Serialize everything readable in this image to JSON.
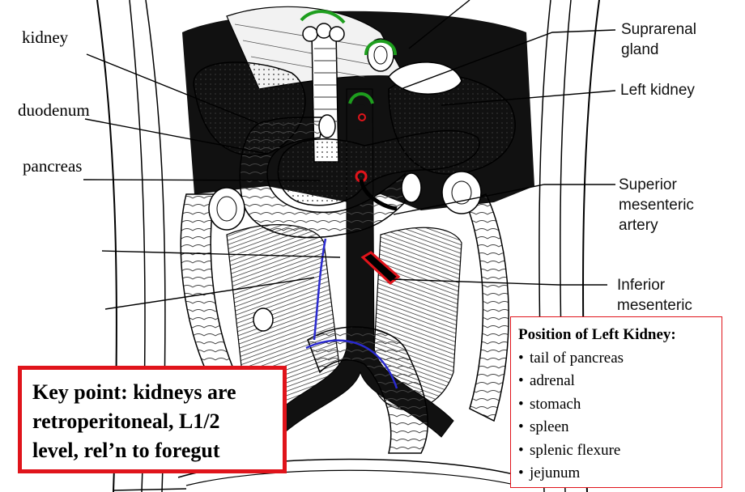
{
  "labels_left": {
    "kidney": "kidney",
    "duodenum": "duodenum",
    "pancreas": "pancreas"
  },
  "labels_right": {
    "suprarenal": [
      "Suprarenal",
      "gland"
    ],
    "left_kidney": "Left kidney",
    "sma": [
      "Superior",
      "mesenteric",
      "artery"
    ],
    "ima": [
      "Inferior",
      "mesenteric"
    ]
  },
  "key_point": {
    "lines": [
      "Key point: kidneys are",
      "retroperitoneal, L1/2",
      "level, rel’n to foregut"
    ]
  },
  "position_box": {
    "title": "Position of Left Kidney:",
    "bullet": "•",
    "items": [
      "tail of pancreas",
      "adrenal",
      "stomach",
      "spleen",
      "splenic flexure",
      "jejunum"
    ]
  },
  "colors": {
    "highlight_red": "#e0141b",
    "ureter_blue": "#2a2ad0",
    "vessel_green": "#1e9e1e",
    "ink": "#000000"
  }
}
